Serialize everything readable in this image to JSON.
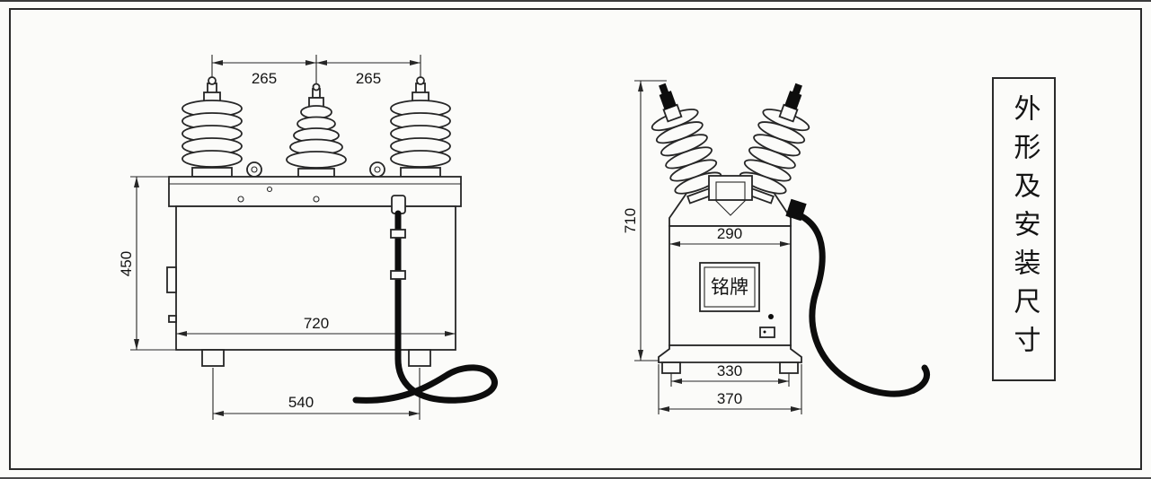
{
  "title_panel": {
    "text": "外形及安装尺寸"
  },
  "front_view": {
    "dim_bushing_left": "265",
    "dim_bushing_right": "265",
    "dim_body_height": "450",
    "dim_body_width": "720",
    "dim_feet_span": "540"
  },
  "side_view": {
    "dim_total_height": "710",
    "dim_body_width": "290",
    "nameplate_label": "铭牌",
    "dim_feet_span": "330",
    "dim_base_width": "370"
  },
  "colors": {
    "line": "#262626",
    "background": "#fbfbf9",
    "cable": "#0d0d0d"
  }
}
